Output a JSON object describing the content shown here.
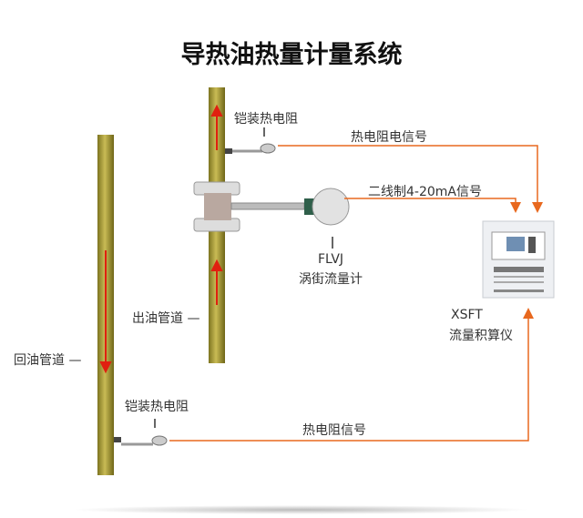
{
  "title": "导热油热量计量系统",
  "labels": {
    "sensor_top": "铠装热电阻",
    "sensor_bottom": "铠装热电阻",
    "signal_top": "热电阻电信号",
    "signal_flow": "二线制4-20mA信号",
    "signal_bottom": "热电阻信号",
    "flowmeter_model": "FLVJ",
    "flowmeter_name": "涡街流量计",
    "integrator_model": "XSFT",
    "integrator_name": "流量积算仪",
    "outlet_pipe": "出油管道 —",
    "return_pipe": "回油管道 —"
  },
  "colors": {
    "signal": "#e8681e",
    "flow_arrow": "#e02010",
    "pipe": "#a89a38"
  }
}
